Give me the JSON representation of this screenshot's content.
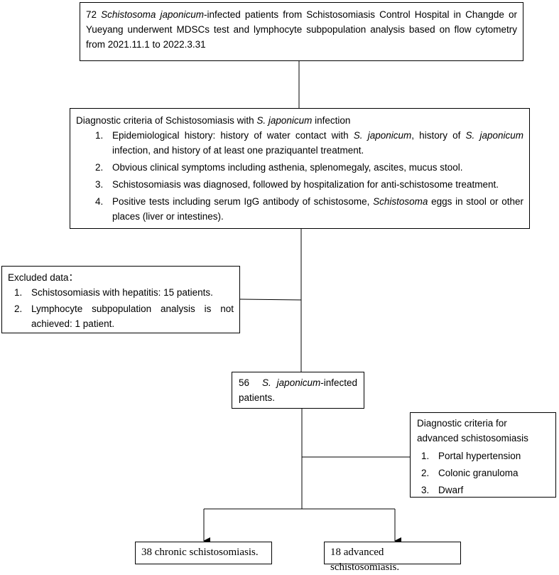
{
  "top_box": {
    "count": "72",
    "species": "Schistosoma japonicum",
    "text": "-infected patients from Schistosomiasis Control Hospital in Changde or Yueyang underwent MDSCs test and lymphocyte subpopulation analysis based on flow cytometry from 2021.11.1 to 2022.3.31"
  },
  "criteria_box": {
    "title_prefix": "Diagnostic criteria of Schistosomiasis with ",
    "title_species": "S. japonicum",
    "title_suffix": " infection",
    "items": [
      {
        "num": "1.",
        "a": "Epidemiological history: history of water contact with ",
        "b": "S. japonicum",
        "c": ", history of ",
        "d": "S. japonicum",
        "e": " infection, and history of at least one praziquantel treatment."
      },
      {
        "num": "2.",
        "text": "Obvious clinical symptoms including asthenia, splenomegaly, ascites, mucus stool."
      },
      {
        "num": "3.",
        "text": "Schistosomiasis was diagnosed, followed by hospitalization for anti-schistosome treatment."
      },
      {
        "num": "4.",
        "a": "Positive tests including serum IgG antibody of schistosome, ",
        "b": "Schistosoma",
        "c": " eggs in stool or other places (liver or intestines)."
      }
    ]
  },
  "excluded_box": {
    "title": "Excluded data：",
    "items": [
      {
        "num": "1.",
        "text": "Schistosomiasis with hepatitis: 15 patients."
      },
      {
        "num": "2.",
        "text": "Lymphocyte subpopulation analysis is not achieved: 1 patient."
      }
    ]
  },
  "infected_box": {
    "count": "56",
    "species": "S. japonicum",
    "suffix": "-infected patients."
  },
  "advanced_criteria_box": {
    "title": "Diagnostic criteria for advanced schistosomiasis",
    "items": [
      {
        "num": "1.",
        "text": "Portal hypertension"
      },
      {
        "num": "2.",
        "text": "Colonic granuloma"
      },
      {
        "num": "3.",
        "text": "Dwarf"
      }
    ]
  },
  "outcomes": {
    "chronic": "38 chronic schistosomiasis.",
    "advanced": "18 advanced schistosomiasis."
  }
}
